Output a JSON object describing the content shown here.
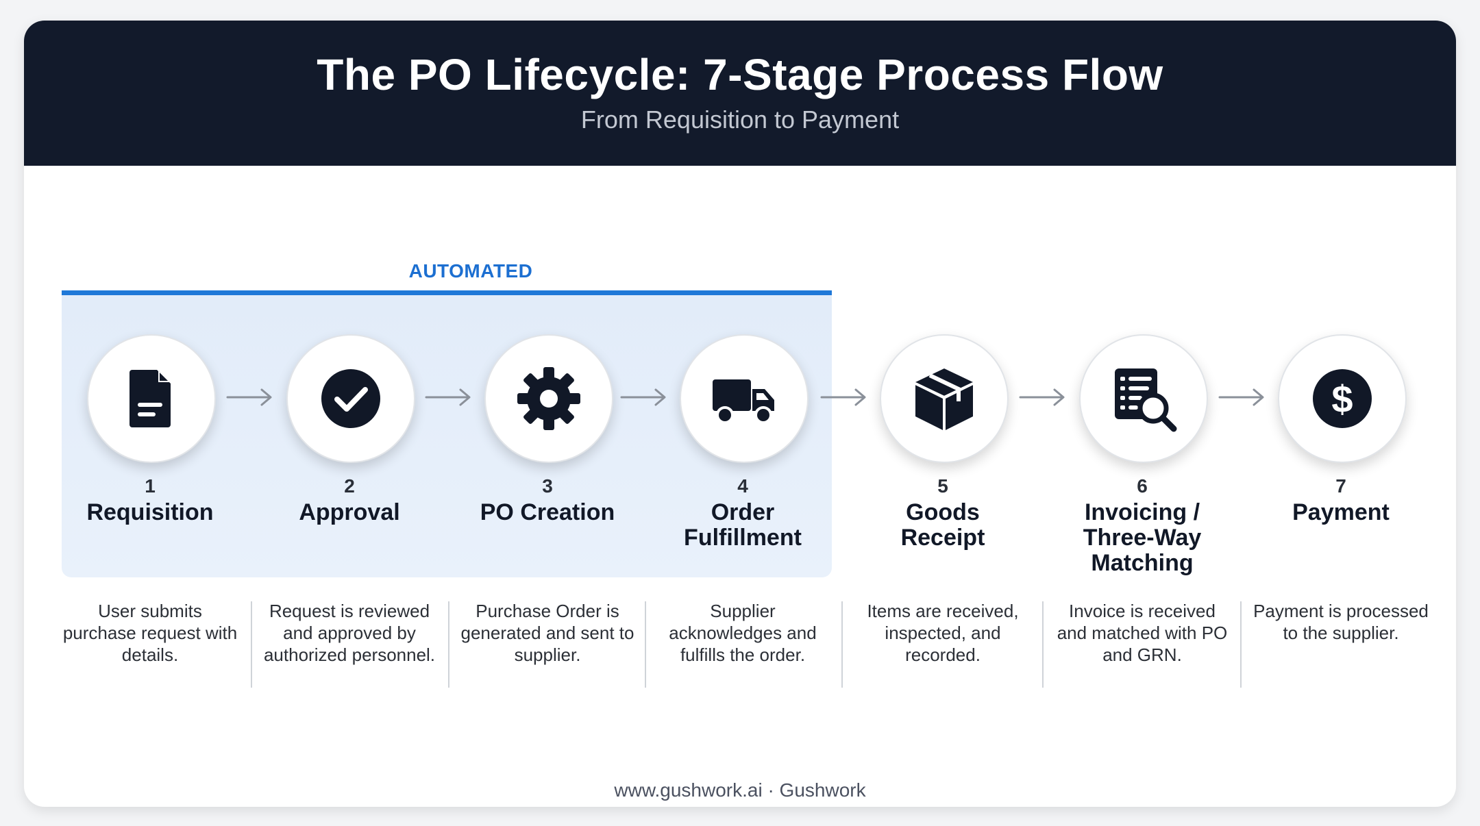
{
  "header": {
    "title": "The PO Lifecycle: 7-Stage Process Flow",
    "subtitle": "From Requisition to Payment"
  },
  "automated": {
    "label": "AUTOMATED"
  },
  "stages": [
    {
      "number": "1",
      "name": "Requisition",
      "icon": "document-icon",
      "description": "User submits purchase request with details."
    },
    {
      "number": "2",
      "name": "Approval",
      "icon": "checkmark-icon",
      "description": "Request is reviewed and approved by authorized personnel."
    },
    {
      "number": "3",
      "name": "PO Creation",
      "icon": "gear-icon",
      "description": "Purchase Order is generated and sent to supplier."
    },
    {
      "number": "4",
      "name": "Order Fulfillment",
      "icon": "truck-icon",
      "description": "Supplier acknowledges and fulfills the order."
    },
    {
      "number": "5",
      "name": "Goods Receipt",
      "icon": "package-icon",
      "description": "Items are received, inspected, and recorded."
    },
    {
      "number": "6",
      "name": "Invoicing / Three-Way Matching",
      "icon": "invoice-search-icon",
      "description": "Invoice is received and matched with PO and GRN."
    },
    {
      "number": "7",
      "name": "Payment",
      "icon": "dollar-icon",
      "description": "Payment is processed to the supplier."
    }
  ],
  "footer": {
    "text": "www.gushwork.ai · Gushwork"
  },
  "colors": {
    "header_bg": "#121a2b",
    "accent": "#1f78d8",
    "automated_bg": "#e4edf9",
    "icon": "#111827"
  }
}
